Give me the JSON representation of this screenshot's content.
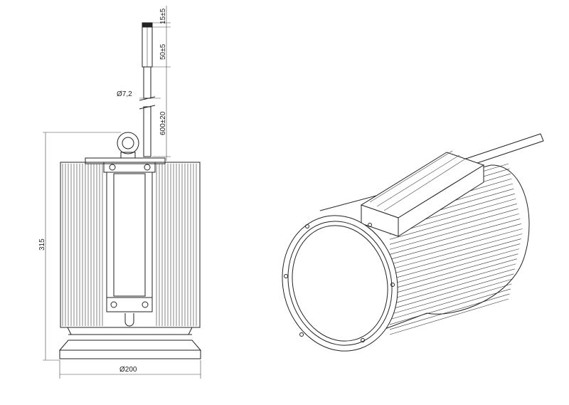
{
  "dimensions": {
    "cable_tip": "15±5",
    "cable_strip": "50±5",
    "cable_diameter": "Ø7,2",
    "cable_length": "600±20",
    "height": "315",
    "diameter": "Ø200"
  },
  "colors": {
    "line": "#222222",
    "background": "#ffffff"
  }
}
